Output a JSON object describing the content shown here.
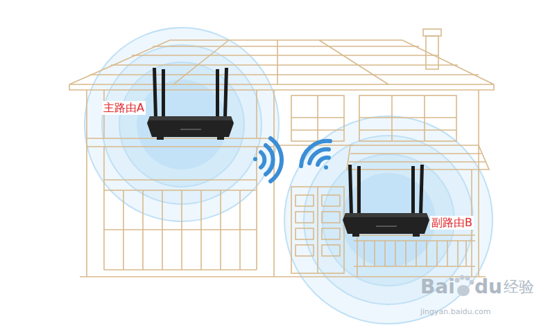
{
  "diagram": {
    "nodes": [
      {
        "text": [
          "主路由A"
        ]
      },
      {
        "text": [
          "副路由B"
        ]
      }
    ],
    "labels": [
      "Bai",
      "du",
      "经验",
      "jingyan.baidu.com"
    ]
  }
}
